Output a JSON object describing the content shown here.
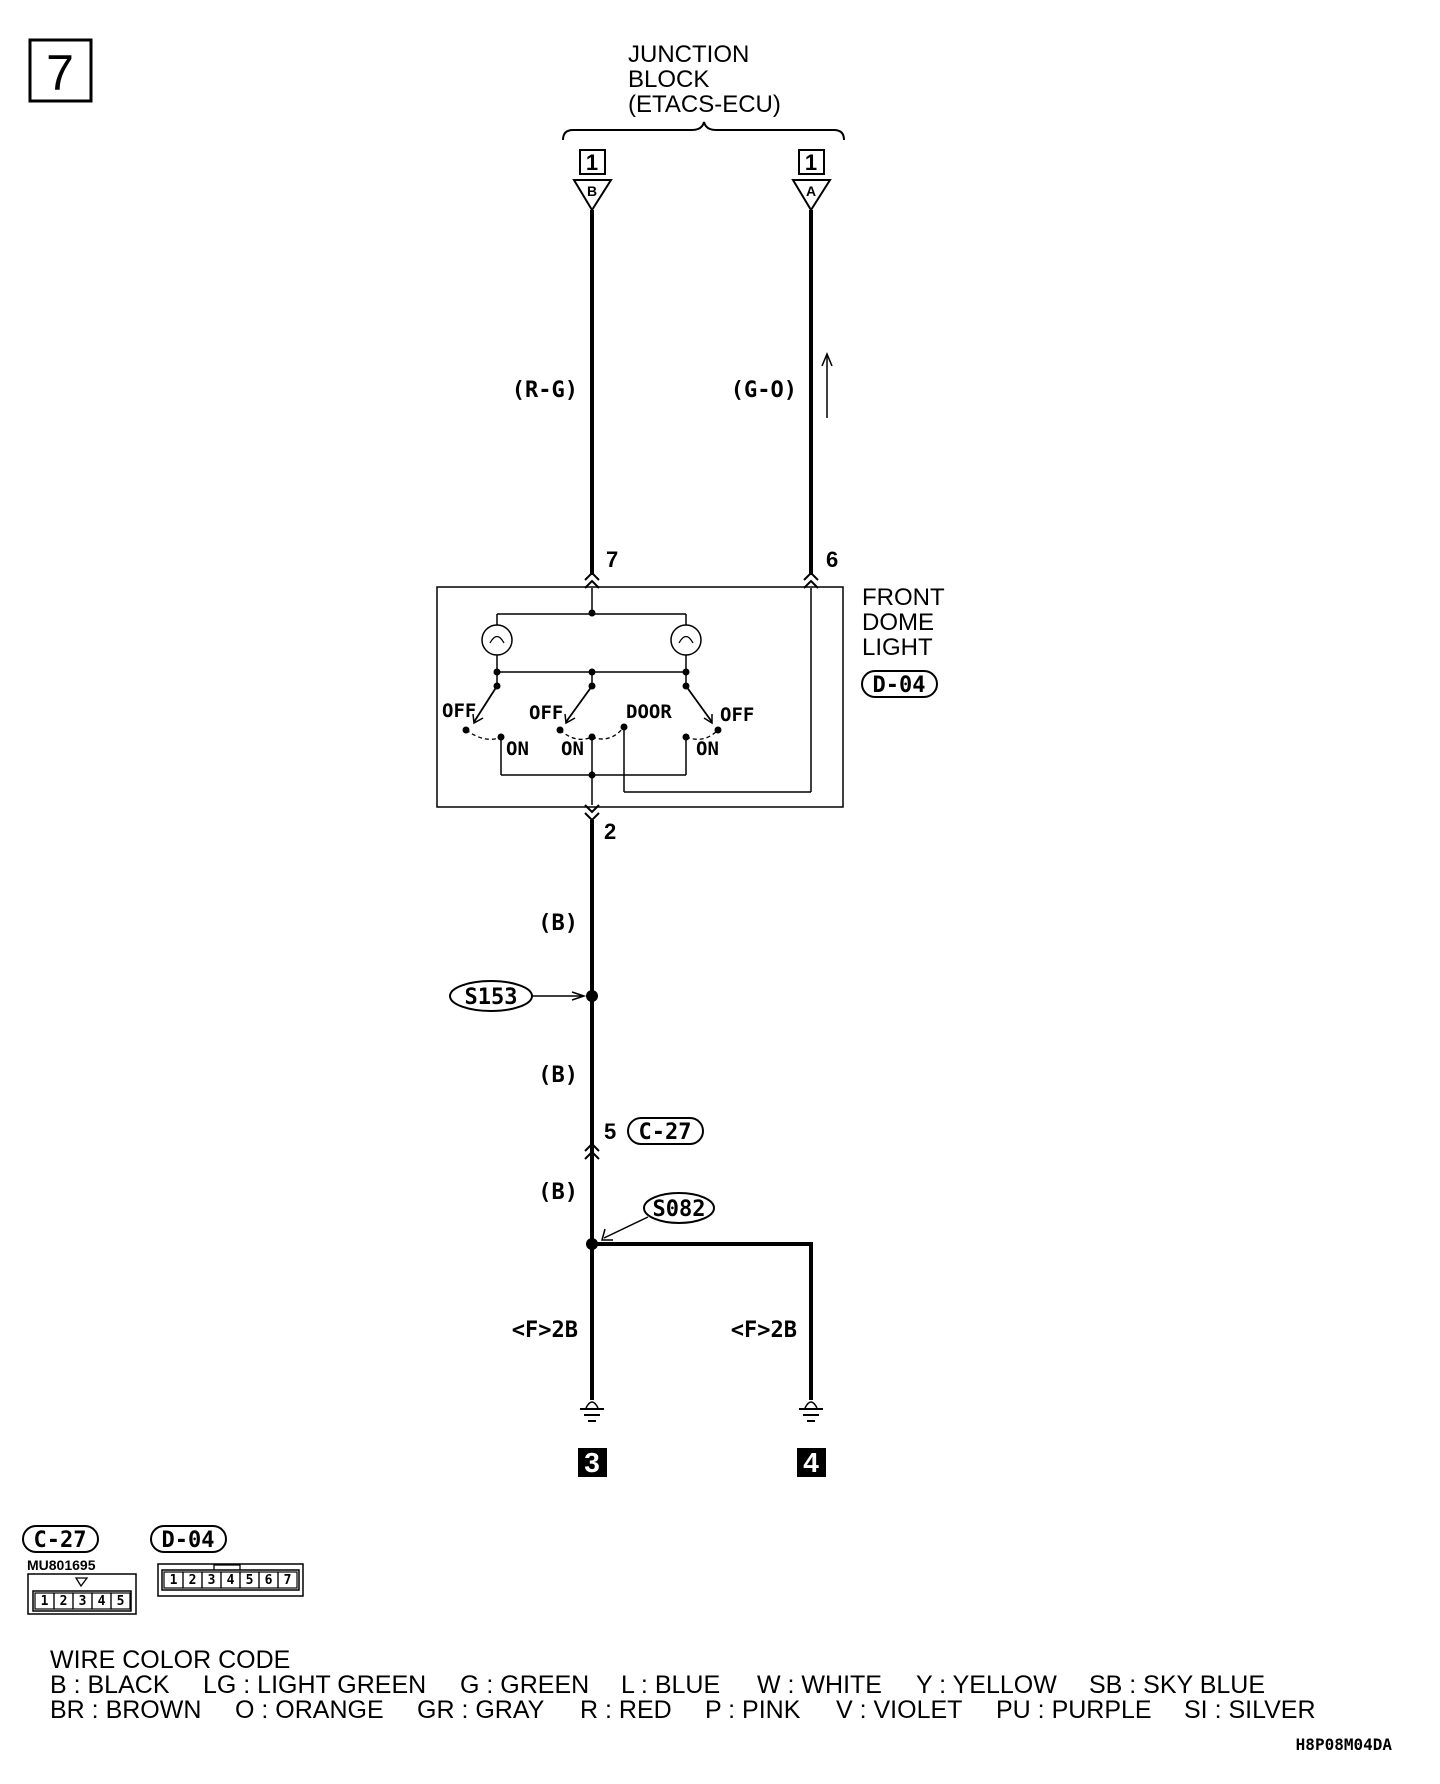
{
  "page_number": "7",
  "junction_block": {
    "line1": "JUNCTION",
    "line2": "BLOCK",
    "line3": "(ETACS-ECU)",
    "connector_left": {
      "number": "1",
      "letter": "B"
    },
    "connector_right": {
      "number": "1",
      "letter": "A"
    }
  },
  "wires": {
    "left_upper": "(R-G)",
    "right_upper": "(G-O)",
    "below_light": "(B)",
    "below_splice": "(B)",
    "below_connector": "(B)",
    "ground_left": "<F>2B",
    "ground_right": "<F>2B"
  },
  "front_dome_light": {
    "line1": "FRONT",
    "line2": "DOME",
    "line3": "LIGHT",
    "connector": "D-04",
    "pin_left": "7",
    "pin_right": "6",
    "pin_bottom": "2",
    "switch_labels": [
      "OFF",
      "OFF",
      "DOOR",
      "OFF",
      "ON",
      "ON",
      "ON"
    ]
  },
  "splices": {
    "upper": "S153",
    "lower": "S082"
  },
  "junction_connector": {
    "pin": "5",
    "name": "C-27"
  },
  "grounds": {
    "left": "3",
    "right": "4"
  },
  "connector_views": {
    "c27": {
      "name": "C-27",
      "part_number": "MU801695",
      "pins": [
        "1",
        "2",
        "3",
        "4",
        "5"
      ]
    },
    "d04": {
      "name": "D-04",
      "pins": [
        "1",
        "2",
        "3",
        "4",
        "5",
        "6",
        "7"
      ]
    }
  },
  "wire_color_code": {
    "title": "WIRE COLOR CODE",
    "row1": [
      "B : BLACK",
      "LG : LIGHT GREEN",
      "G : GREEN",
      "L : BLUE",
      "W : WHITE",
      "Y : YELLOW",
      "SB : SKY BLUE"
    ],
    "row2": [
      "BR : BROWN",
      "O : ORANGE",
      "GR : GRAY",
      "R : RED",
      "P : PINK",
      "V : VIOLET",
      "PU : PURPLE",
      "SI : SILVER"
    ]
  },
  "diagram_code": "H8P08M04DA"
}
